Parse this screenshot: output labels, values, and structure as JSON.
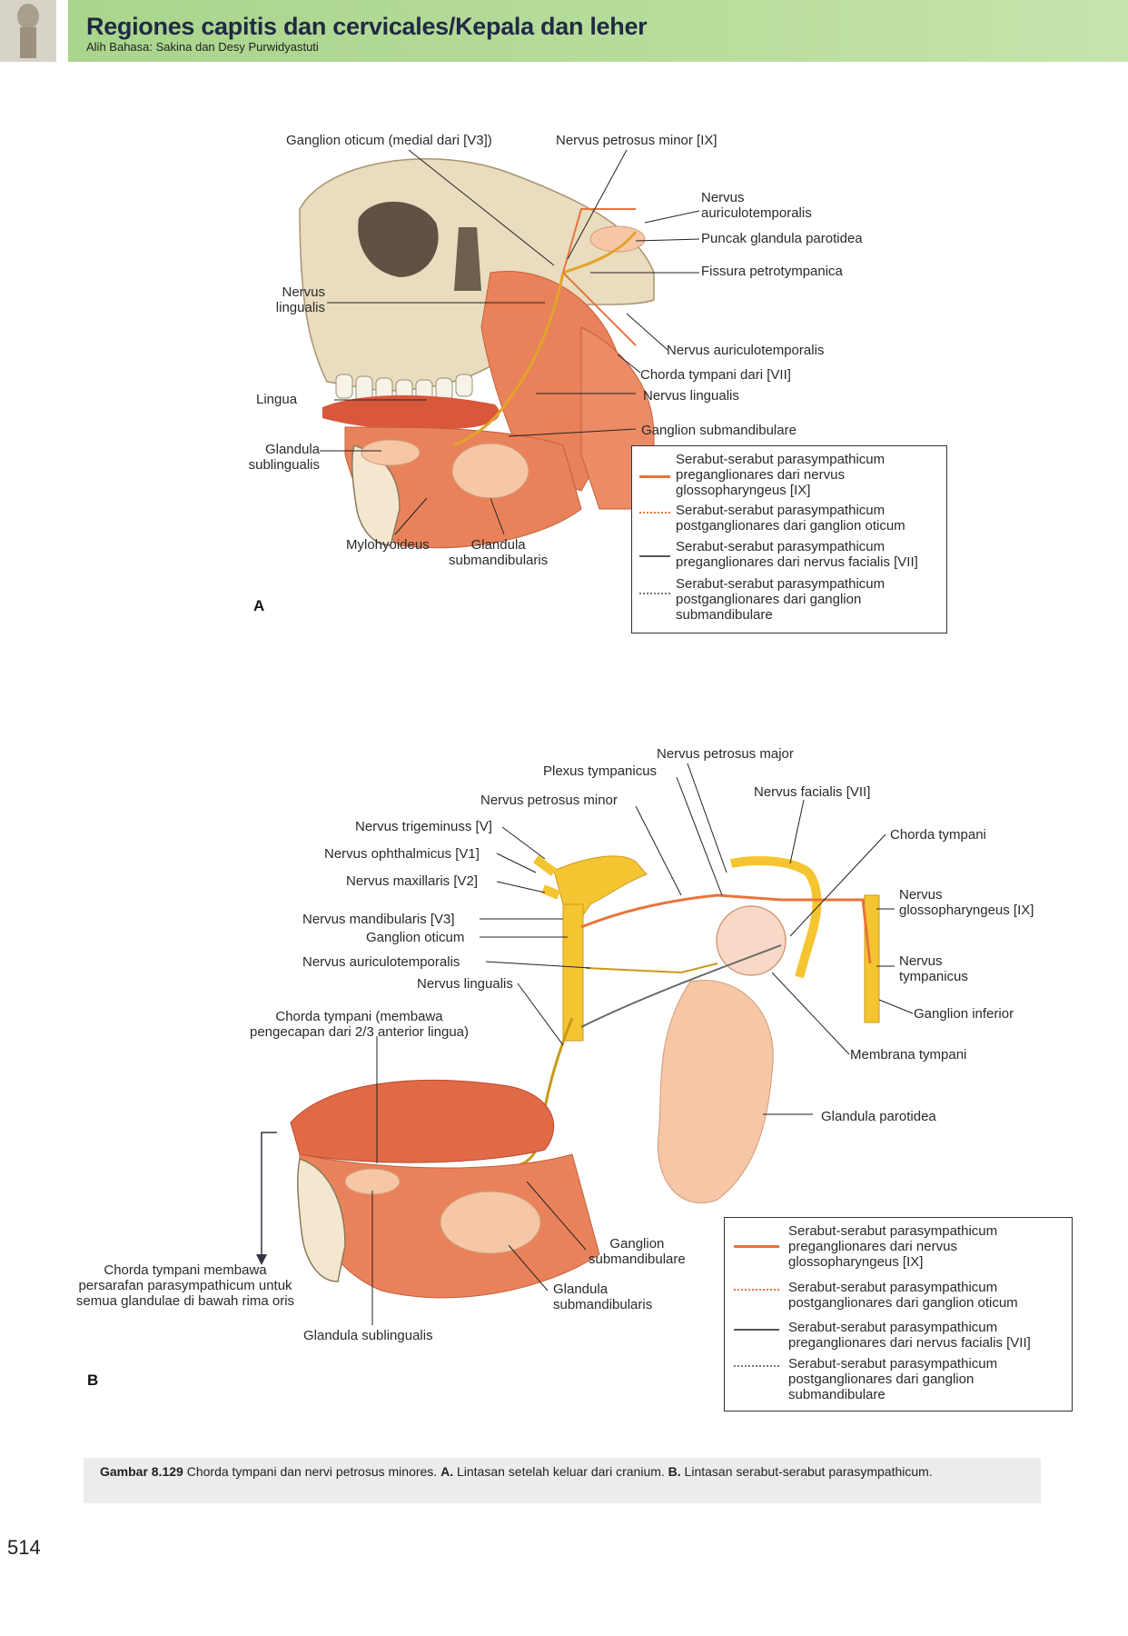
{
  "header": {
    "title": "Regiones capitis dan cervicales/Kepala dan leher",
    "subtitle": "Alih Bahasa: Sakina dan Desy Purwidyastuti"
  },
  "figure_a": {
    "letter": "A",
    "labels": {
      "ganglion_oticum": "Ganglion oticum (medial dari [V3])",
      "nervus_petrosus_minor": "Nervus petrosus minor [IX]",
      "nervus_auriculotemporalis_top": "Nervus\nauriculotemporalis",
      "puncak_glandula_parotidea": "Puncak glandula parotidea",
      "fissura_petrotympanica": "Fissura petrotympanica",
      "nervus_lingualis_left": "Nervus\nlingualis",
      "nervus_auriculotemporalis_mid": "Nervus auriculotemporalis",
      "chorda_tympani": "Chorda tympani dari [VII]",
      "lingua": "Lingua",
      "nervus_lingualis_right": "Nervus lingualis",
      "ganglion_submandibulare": "Ganglion submandibulare",
      "glandula_sublingualis": "Glandula\nsublingualis",
      "mylohyoideus": "Mylohyoideus",
      "glandula_submandibularis": "Glandula\nsubmandibularis"
    },
    "legend": [
      "Serabut-serabut parasympathicum preganglionares dari nervus glossopharyngeus [IX]",
      "Serabut-serabut parasympathicum postganglionares dari ganglion oticum",
      "Serabut-serabut parasympathicum preganglionares dari nervus facialis [VII]",
      "Serabut-serabut parasympathicum postganglionares dari ganglion submandibulare"
    ]
  },
  "figure_b": {
    "letter": "B",
    "labels": {
      "nervus_petrosus_major": "Nervus petrosus major",
      "plexus_tympanicus": "Plexus tympanicus",
      "nervus_facialis": "Nervus facialis [VII]",
      "nervus_petrosus_minor": "Nervus petrosus minor",
      "nervus_trigeminus": "Nervus trigeminuss [V]",
      "chorda_tympani_top": "Chorda tympani",
      "nervus_ophthalmicus": "Nervus ophthalmicus [V1]",
      "nervus_maxillaris": "Nervus maxillaris [V2]",
      "nervus_glossopharyngeus": "Nervus\nglossopharyngeus [IX]",
      "nervus_mandibularis": "Nervus mandibularis [V3]",
      "ganglion_oticum": "Ganglion oticum",
      "nervus_auriculotemporalis": "Nervus auriculotemporalis",
      "nervus_tympanicus": "Nervus\ntympanicus",
      "nervus_lingualis": "Nervus lingualis",
      "ganglion_inferior": "Ganglion inferior",
      "chorda_tympani_lingua": "Chorda tympani (membawa\npengecapan dari 2/3 anterior lingua)",
      "membrana_tympani": "Membrana tympani",
      "glandula_parotidea": "Glandula parotidea",
      "ganglion_submandibulare": "Ganglion\nsubmandibulare",
      "chorda_tympani_note": "Chorda tympani membawa\npersarafan parasympathicum untuk\nsemua glandulae di bawah rima oris",
      "glandula_submandibularis": "Glandula\nsubmandibularis",
      "glandula_sublingualis": "Glandula sublingualis"
    },
    "legend": [
      "Serabut-serabut parasympathicum preganglionares dari nervus glossopharyngeus [IX]",
      "Serabut-serabut parasympathicum postganglionares dari ganglion oticum",
      "Serabut-serabut parasympathicum preganglionares dari nervus facialis [VII]",
      "Serabut-serabut parasympathicum postganglionares dari ganglion submandibulare"
    ]
  },
  "caption": {
    "figure_no": "Gambar 8.129",
    "text_main": " Chorda tympani dan nervi petrosus minores. ",
    "a_letter": "A.",
    "a_text": " Lintasan setelah keluar dari cranium. ",
    "b_letter": "B.",
    "b_text": " Lintasan serabut-serabut parasympathicum."
  },
  "page_number": "514",
  "colors": {
    "header_band": "#b8dd9c",
    "nerve_orange": "#e8743b",
    "nerve_yellow": "#f5c531",
    "muscle": "#e9825a",
    "gland": "#f6c7a6",
    "bone": "#efe3c4",
    "caption_box": "#ececec"
  }
}
